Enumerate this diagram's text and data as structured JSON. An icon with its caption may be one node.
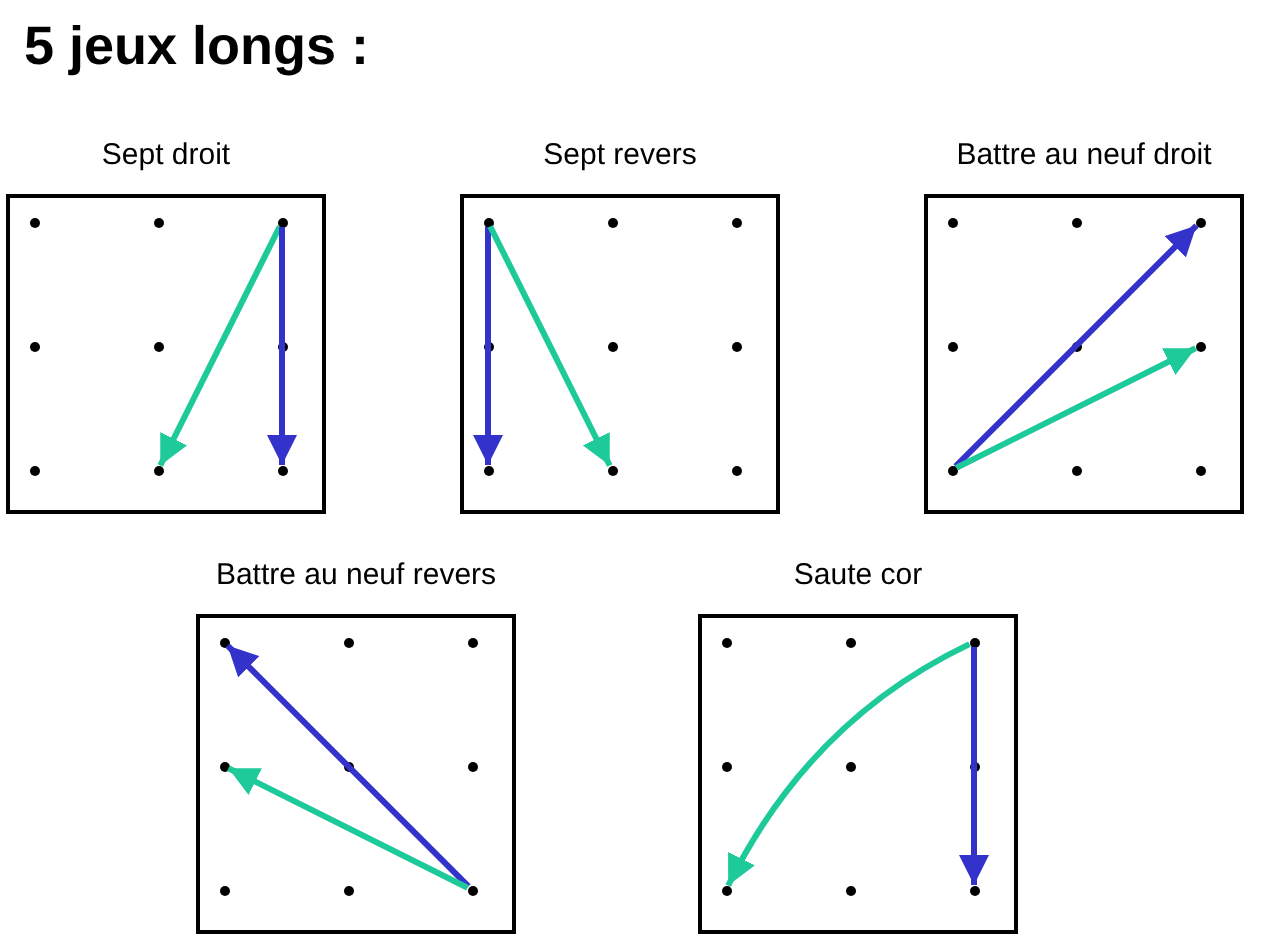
{
  "diagram": {
    "title": "5 jeux longs :",
    "nodes": [
      {
        "text": [
          "Sept droit"
        ]
      },
      {
        "text": [],
        "shape": "circle",
        "in": 0
      },
      {
        "text": [],
        "shape": "circle",
        "in": 0
      },
      {
        "text": [],
        "shape": "circle",
        "in": 0
      },
      {
        "text": [],
        "shape": "circle",
        "in": 0
      },
      {
        "text": [],
        "shape": "circle",
        "in": 0
      },
      {
        "text": [],
        "shape": "circle",
        "in": 0
      },
      {
        "text": [],
        "shape": "circle",
        "in": 0
      },
      {
        "text": [],
        "shape": "circle",
        "in": 0
      },
      {
        "text": [],
        "shape": "circle",
        "in": 0
      },
      {
        "text": [
          "Sept revers"
        ]
      },
      {
        "text": [],
        "shape": "circle",
        "in": 10
      },
      {
        "text": [],
        "shape": "circle",
        "in": 10
      },
      {
        "text": [],
        "shape": "circle",
        "in": 10
      },
      {
        "text": [],
        "shape": "circle",
        "in": 10
      },
      {
        "text": [],
        "shape": "circle",
        "in": 10
      },
      {
        "text": [],
        "shape": "circle",
        "in": 10
      },
      {
        "text": [],
        "shape": "circle",
        "in": 10
      },
      {
        "text": [],
        "shape": "circle",
        "in": 10
      },
      {
        "text": [],
        "shape": "circle",
        "in": 10
      },
      {
        "text": [
          "Battre au neuf droit"
        ]
      },
      {
        "text": [],
        "shape": "circle",
        "in": 20
      },
      {
        "text": [],
        "shape": "circle",
        "in": 20
      },
      {
        "text": [],
        "shape": "circle",
        "in": 20
      },
      {
        "text": [],
        "shape": "circle",
        "in": 20
      },
      {
        "text": [],
        "shape": "circle",
        "in": 20
      },
      {
        "text": [],
        "shape": "circle",
        "in": 20
      },
      {
        "text": [],
        "shape": "circle",
        "in": 20
      },
      {
        "text": [],
        "shape": "circle",
        "in": 20
      },
      {
        "text": [],
        "shape": "circle",
        "in": 20
      },
      {
        "text": [
          "Battre au neuf revers"
        ]
      },
      {
        "text": [],
        "shape": "circle",
        "in": 30
      },
      {
        "text": [],
        "shape": "circle",
        "in": 30
      },
      {
        "text": [],
        "shape": "circle",
        "in": 30
      },
      {
        "text": [],
        "shape": "circle",
        "in": 30
      },
      {
        "text": [],
        "shape": "circle",
        "in": 30
      },
      {
        "text": [],
        "shape": "circle",
        "in": 30
      },
      {
        "text": [],
        "shape": "circle",
        "in": 30
      },
      {
        "text": [],
        "shape": "circle",
        "in": 30
      },
      {
        "text": [],
        "shape": "circle",
        "in": 30
      },
      {
        "text": [
          "Saute cor"
        ]
      },
      {
        "text": [],
        "shape": "circle",
        "in": 40
      },
      {
        "text": [],
        "shape": "circle",
        "in": 40
      },
      {
        "text": [],
        "shape": "circle",
        "in": 40
      },
      {
        "text": [],
        "shape": "circle",
        "in": 40
      },
      {
        "text": [],
        "shape": "circle",
        "in": 40
      },
      {
        "text": [],
        "shape": "circle",
        "in": 40
      },
      {
        "text": [],
        "shape": "circle",
        "in": 40
      },
      {
        "text": [],
        "shape": "circle",
        "in": 40
      },
      {
        "text": [],
        "shape": "circle",
        "in": 40
      }
    ],
    "edges": [
      {
        "from": 3,
        "to": 8,
        "arrow": "to",
        "color": "#1ec99a"
      },
      {
        "from": 3,
        "to": 9,
        "arrow": "to",
        "color": "#3333cc"
      },
      {
        "from": 11,
        "to": 17,
        "arrow": "to",
        "color": "#3333cc"
      },
      {
        "from": 11,
        "to": 18,
        "arrow": "to",
        "color": "#1ec99a"
      },
      {
        "from": 27,
        "to": 23,
        "arrow": "to",
        "color": "#3333cc"
      },
      {
        "from": 27,
        "to": 26,
        "arrow": "to",
        "color": "#1ec99a"
      },
      {
        "from": 39,
        "to": 31,
        "arrow": "to",
        "color": "#3333cc"
      },
      {
        "from": 39,
        "to": 34,
        "arrow": "to",
        "color": "#1ec99a"
      },
      {
        "from": 43,
        "to": 47,
        "arrow": "to",
        "color": "#1ec99a"
      },
      {
        "from": 43,
        "to": 49,
        "arrow": "to",
        "color": "#3333cc"
      }
    ]
  }
}
